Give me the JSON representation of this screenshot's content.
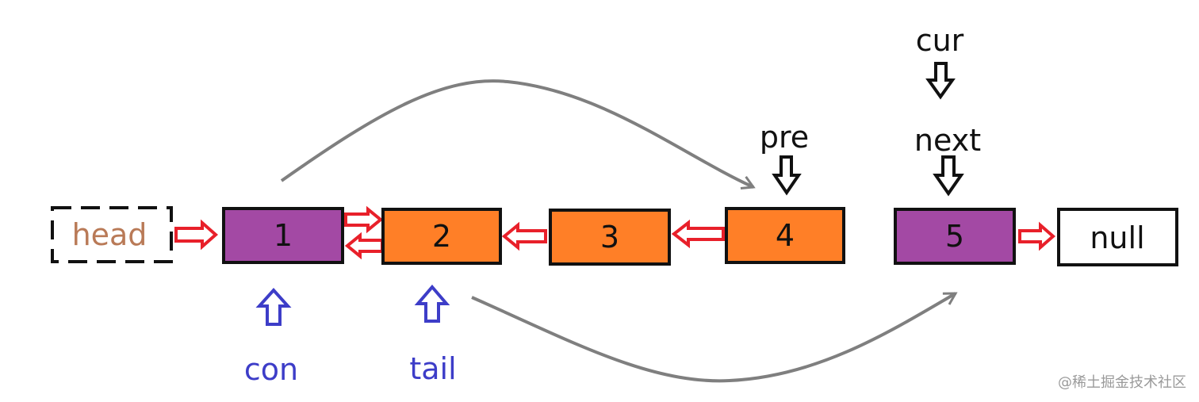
{
  "colors": {
    "purple": "#a349a4",
    "orange": "#ff7f27",
    "red_arrow": "#e8202a",
    "blue": "#3d3dc8",
    "gray_curve": "#7f7f7f",
    "head_text": "#b97a57",
    "outline": "#111111"
  },
  "nodes": {
    "head": "head",
    "n1": "1",
    "n2": "2",
    "n3": "3",
    "n4": "4",
    "n5": "5",
    "null": "null"
  },
  "pointers": {
    "cur": "cur",
    "next": "next",
    "pre": "pre",
    "con": "con",
    "tail": "tail"
  },
  "watermark": "@稀土掘金技术社区",
  "icons": [
    "hollow-down-arrow-icon",
    "hollow-up-arrow-icon",
    "hollow-right-arrow-icon",
    "hollow-left-arrow-icon"
  ]
}
